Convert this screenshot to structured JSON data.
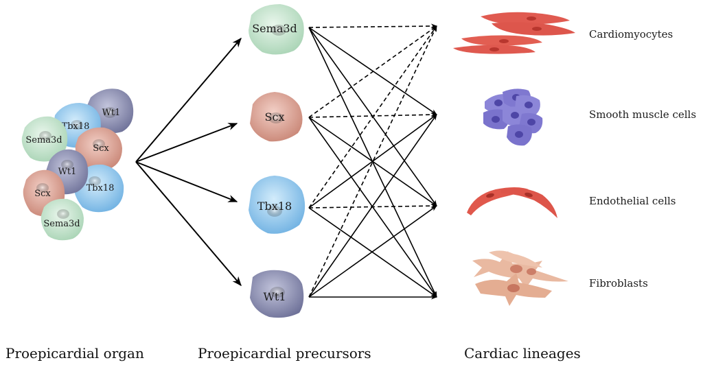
{
  "column_titles": {
    "organ": "Proepicardial organ",
    "precursors": "Proepicardial precursors",
    "lineages": "Cardiac lineages"
  },
  "organ_cells": [
    "Wt1",
    "Tbx18",
    "Sema3d",
    "Scx",
    "Wt1",
    "Scx",
    "Tbx18",
    "Sema3d"
  ],
  "precursors": [
    "Sema3d",
    "Scx",
    "Tbx18",
    "Wt1"
  ],
  "lineages": [
    "Cardiomyocytes",
    "Smooth muscle cells",
    "Endothelial cells",
    "Fibroblasts"
  ],
  "colors": {
    "sema3d": "#bfe0c8",
    "scx": "#d9a295",
    "tbx18": "#8fc6ea",
    "wt1": "#8d90b5",
    "cardiomyocyte": "#e05a50",
    "smooth_muscle": "#7f78d0",
    "endothelial": "#e0584c",
    "fibroblast": "#e8b79e"
  },
  "connections": {
    "solid": [
      [
        "Sema3d",
        "Smooth muscle cells"
      ],
      [
        "Sema3d",
        "Endothelial cells"
      ],
      [
        "Sema3d",
        "Fibroblasts"
      ],
      [
        "Scx",
        "Endothelial cells"
      ],
      [
        "Scx",
        "Fibroblasts"
      ],
      [
        "Tbx18",
        "Smooth muscle cells"
      ],
      [
        "Tbx18",
        "Fibroblasts"
      ],
      [
        "Wt1",
        "Smooth muscle cells"
      ],
      [
        "Wt1",
        "Endothelial cells"
      ],
      [
        "Wt1",
        "Fibroblasts"
      ]
    ],
    "dashed": [
      [
        "Sema3d",
        "Cardiomyocytes"
      ],
      [
        "Scx",
        "Cardiomyocytes"
      ],
      [
        "Scx",
        "Smooth muscle cells"
      ],
      [
        "Tbx18",
        "Cardiomyocytes"
      ],
      [
        "Tbx18",
        "Endothelial cells"
      ],
      [
        "Wt1",
        "Cardiomyocytes"
      ]
    ]
  }
}
